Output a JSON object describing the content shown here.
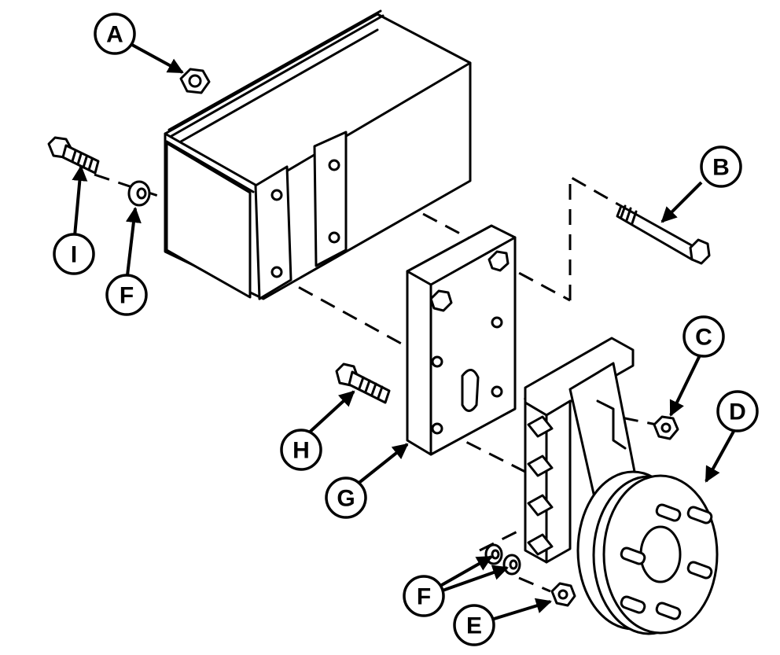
{
  "callouts": {
    "a": "A",
    "b": "B",
    "c": "C",
    "d": "D",
    "e": "E",
    "f1": "F",
    "f2": "F",
    "g": "G",
    "h": "H",
    "i": "I"
  },
  "colors": {
    "ink": "#000000",
    "paper": "#ffffff"
  }
}
